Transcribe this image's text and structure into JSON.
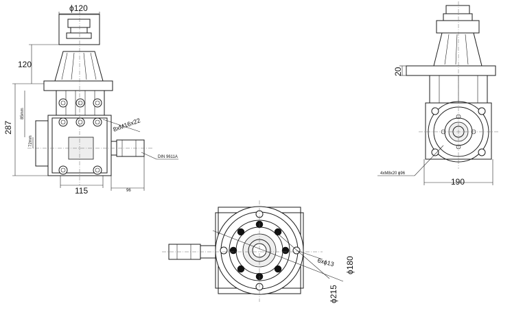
{
  "side_view": {
    "dia_top": "ϕ120",
    "height_upper": "120",
    "height_total": "287",
    "bolt_spec": "8xM16x22",
    "shaft_std": "DIN 9611A",
    "width_bottom": "115",
    "shaft_len": "96",
    "inner_dim_1": "85mm",
    "inner_dim_2": "72mm"
  },
  "front_view": {
    "flange_thk": "20",
    "bolt_spec": "4xM8x20 ϕ96",
    "width": "190"
  },
  "top_view": {
    "hole_spec": "6xϕ13",
    "dia_inner": "ϕ180",
    "dia_outer": "ϕ215"
  }
}
